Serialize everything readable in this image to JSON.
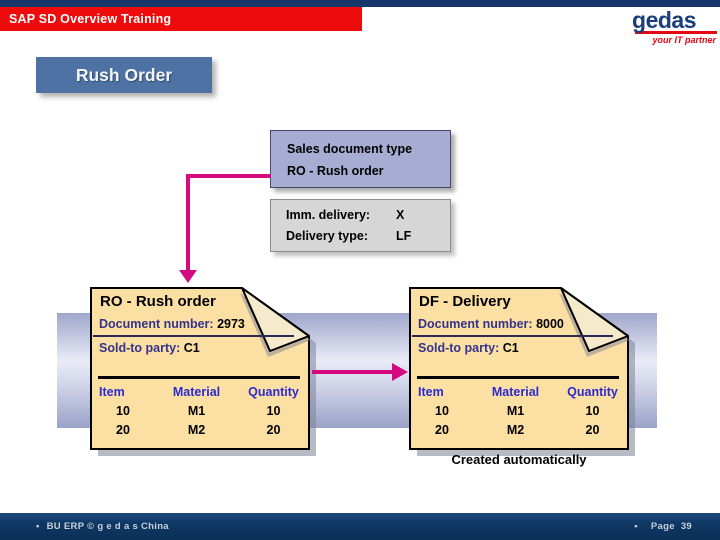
{
  "header": {
    "bar_title": "SAP SD Overview Training",
    "logo_name": "gedas",
    "logo_tagline": "your IT partner"
  },
  "slide": {
    "title": "Rush Order",
    "sales_doc_box": {
      "line1": "Sales document type",
      "line2": "RO - Rush order"
    },
    "settings_box": {
      "rows": [
        {
          "label": "Imm. delivery:",
          "value": "X"
        },
        {
          "label": "Delivery type:",
          "value": "LF"
        }
      ]
    },
    "documents": [
      {
        "title": "RO - Rush order",
        "doc_number_label": "Document number:",
        "doc_number_value": "2973",
        "sold_to_label": "Sold-to party:",
        "sold_to_value": "C1",
        "table": {
          "headers": [
            "Item",
            "Material",
            "Quantity"
          ],
          "rows": [
            [
              "10",
              "M1",
              "10"
            ],
            [
              "20",
              "M2",
              "20"
            ]
          ]
        }
      },
      {
        "title": "DF - Delivery",
        "doc_number_label": "Document number:",
        "doc_number_value": "8000",
        "sold_to_label": "Sold-to party:",
        "sold_to_value": "C1",
        "table": {
          "headers": [
            "Item",
            "Material",
            "Quantity"
          ],
          "rows": [
            [
              "10",
              "M1",
              "10"
            ],
            [
              "20",
              "M2",
              "20"
            ]
          ]
        },
        "caption": "Created automatically"
      }
    ]
  },
  "footer": {
    "bullet": "•",
    "left_text": "BU ERP  ©  g e d a s  China",
    "page_label": "Page",
    "page_number": "39"
  },
  "colors": {
    "accent_magenta": "#D60A80",
    "brand_navy": "#16356B",
    "brand_red": "#EE0B0B",
    "logo_red": "#E30613",
    "title_box_blue": "#4D72A3",
    "document_fill": "#FCDFA2",
    "band_lavender": "#9FA6CB",
    "label_blue": "#34348C",
    "table_header_blue": "#2B2BCE"
  }
}
